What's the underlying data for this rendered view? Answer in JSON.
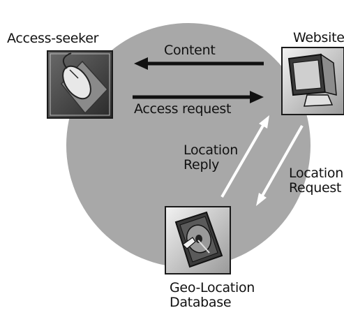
{
  "nodes": {
    "access_seeker": {
      "label": "Access-seeker",
      "icon": "computer-mouse-icon"
    },
    "website": {
      "label": "Website",
      "icon": "computer-monitor-icon"
    },
    "geo_database": {
      "label_line1": "Geo-Location",
      "label_line2": "Database",
      "icon": "hard-disk-icon"
    }
  },
  "edges": {
    "content": {
      "label": "Content",
      "from": "Website",
      "to": "Access-seeker"
    },
    "access_request": {
      "label": "Access request",
      "from": "Access-seeker",
      "to": "Website"
    },
    "location_reply": {
      "label_line1": "Location",
      "label_line2": "Reply",
      "from": "Geo-Location Database",
      "to": "Website"
    },
    "location_request": {
      "label_line1": "Location",
      "label_line2": "Request",
      "from": "Website",
      "to": "Geo-Location Database"
    }
  },
  "colors": {
    "background_circle": "#a8a8a8",
    "arrow_dark": "#111111",
    "arrow_light": "#ffffff",
    "icon_frame": "#1a1a1a"
  }
}
